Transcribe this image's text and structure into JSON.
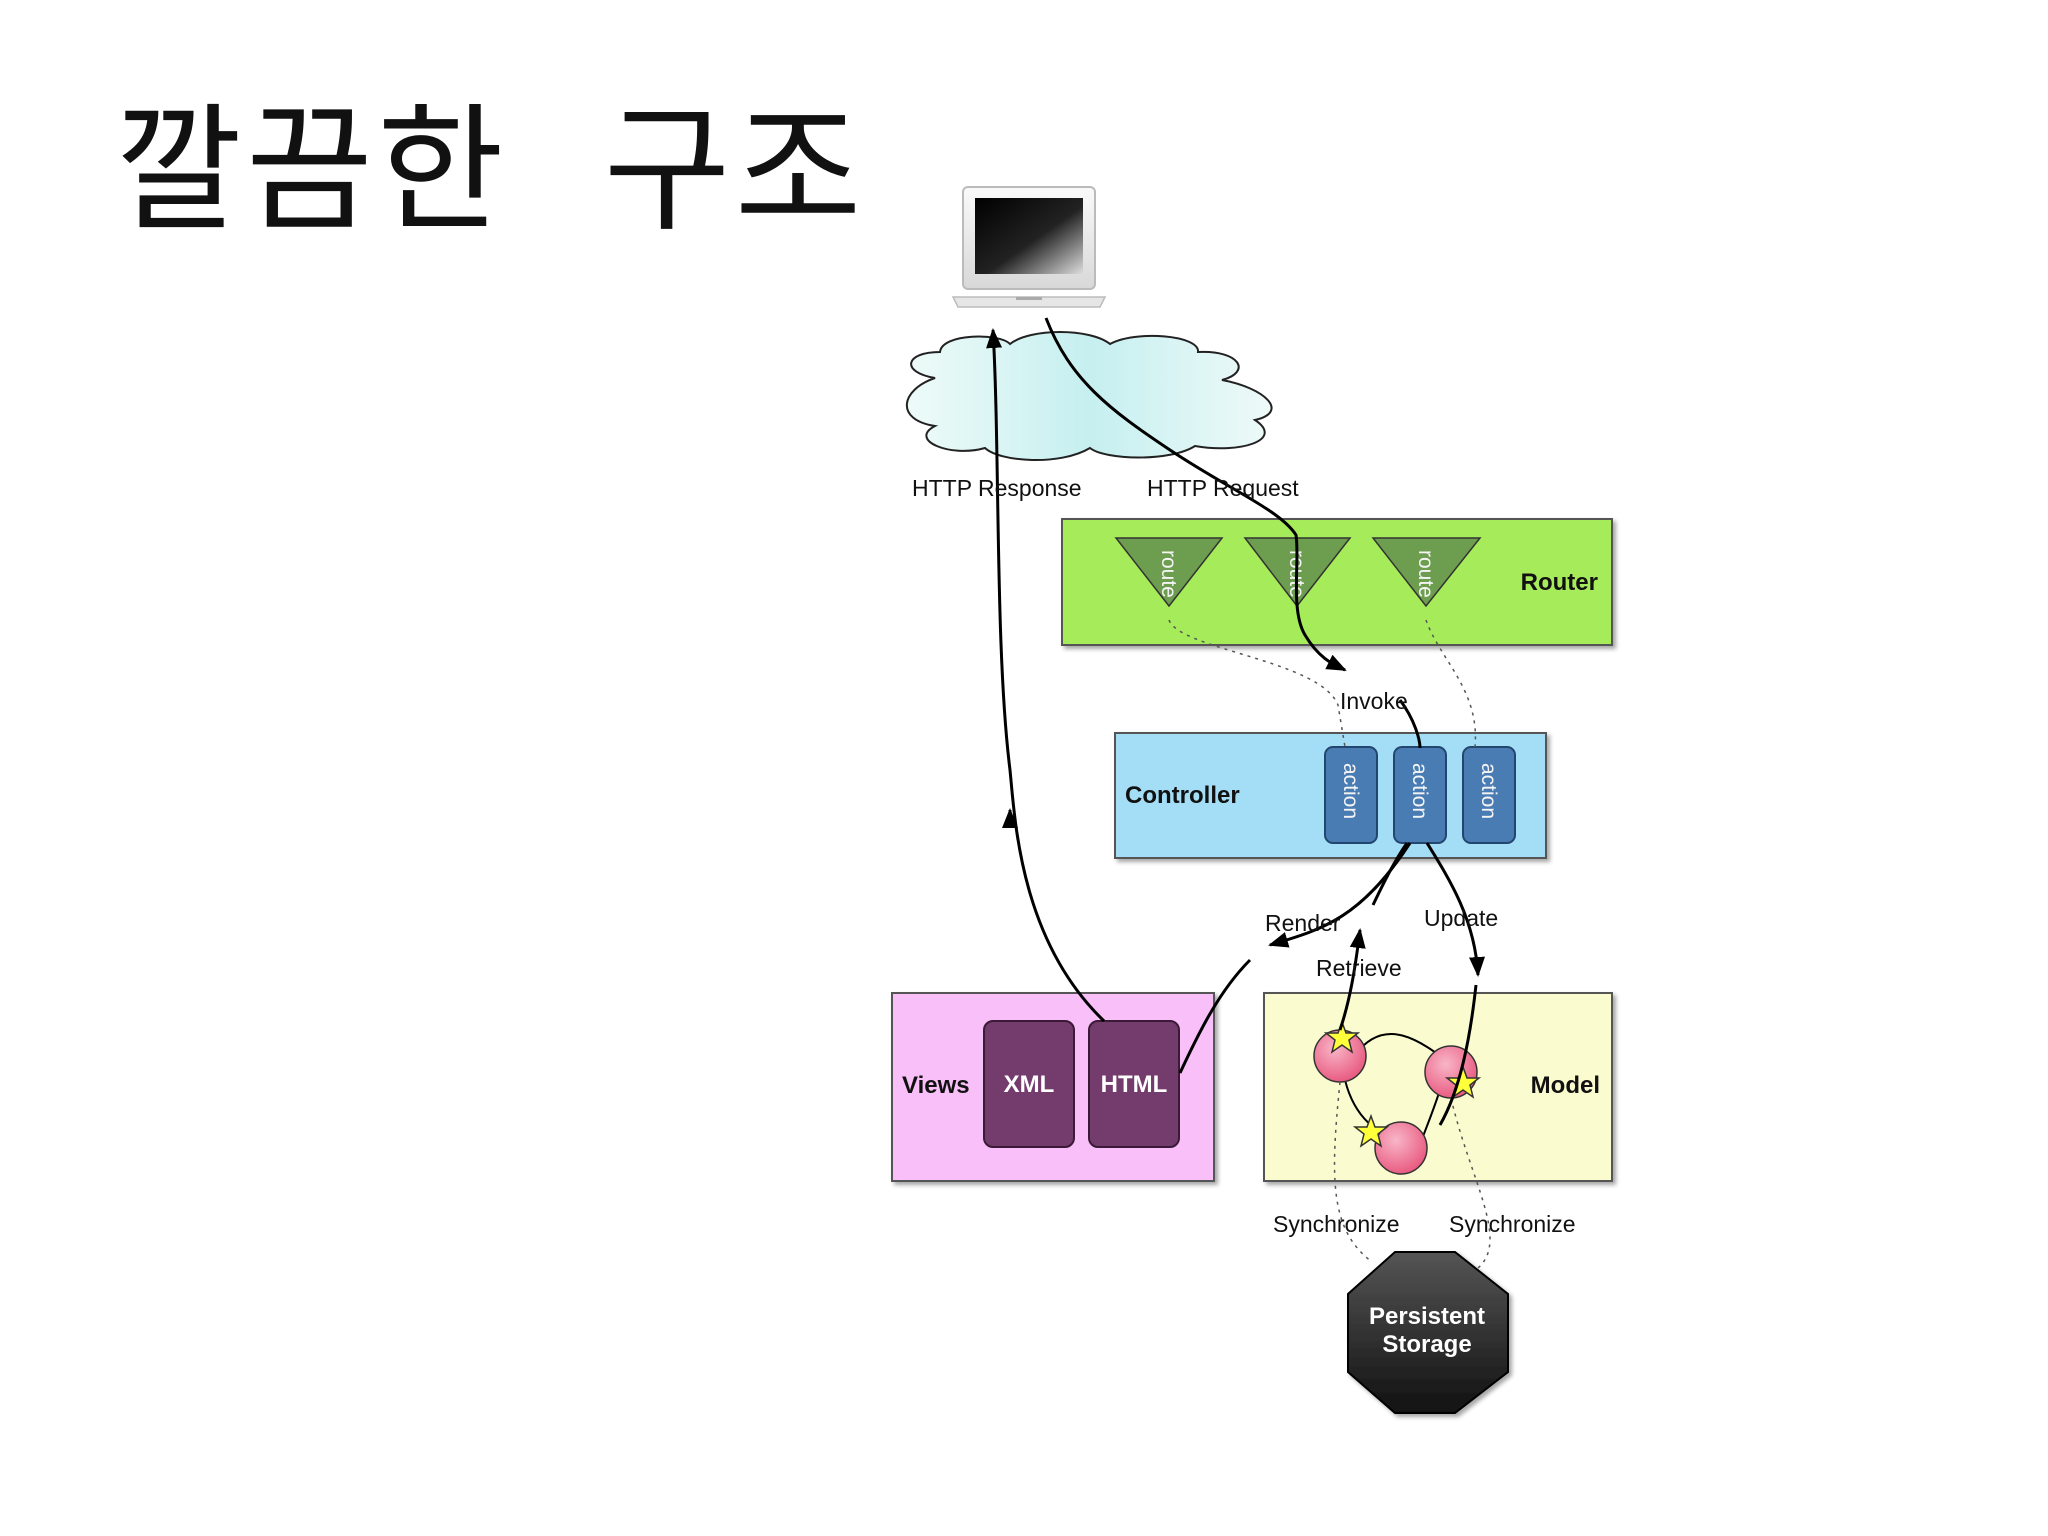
{
  "title": "깔끔한  구조",
  "diagram": {
    "flows": {
      "http_response": "HTTP Response",
      "http_request": "HTTP Request",
      "invoke": "Invoke",
      "render": "Render",
      "retrieve": "Retrieve",
      "update": "Update",
      "sync_left": "Synchronize",
      "sync_right": "Synchronize"
    },
    "router": {
      "label": "Router",
      "routes": [
        "route",
        "route",
        "route"
      ],
      "color": "#a6eb5a"
    },
    "controller": {
      "label": "Controller",
      "actions": [
        "action",
        "action",
        "action"
      ],
      "color": "#a4def6"
    },
    "views": {
      "label": "Views",
      "formats": [
        "XML",
        "HTML"
      ],
      "color": "#f9bff9"
    },
    "model": {
      "label": "Model",
      "color": "#fafcd0"
    },
    "storage": {
      "line1": "Persistent",
      "line2": "Storage"
    }
  }
}
